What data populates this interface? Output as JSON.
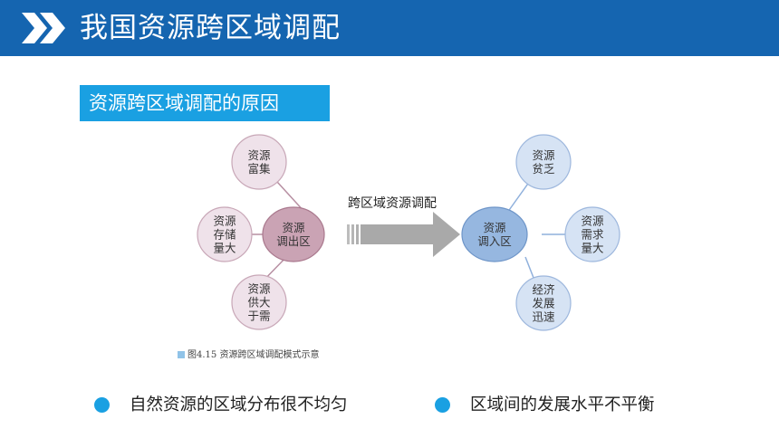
{
  "header": {
    "title": "我国资源跨区域调配"
  },
  "section": {
    "label": "资源跨区域调配的原因"
  },
  "diagram": {
    "arrow_label": "跨区域资源调配",
    "caption": "图4.15   资源跨区域调配模式示意",
    "source": {
      "label": "资源\n调出区",
      "satellites": [
        "资源\n富集",
        "资源\n存储\n量大",
        "资源\n供大\n于需"
      ]
    },
    "destination": {
      "label": "资源\n调入区",
      "satellites": [
        "资源\n贫乏",
        "资源\n需求\n量大",
        "经济\n发展\n迅速"
      ]
    },
    "colors": {
      "source_fill": "#caa3b4",
      "source_stroke": "#a9788d",
      "source_satellite_fill": "#efe2ea",
      "source_satellite_stroke": "#c8a7b7",
      "dest_fill": "#96b7e0",
      "dest_stroke": "#6e95c8",
      "dest_satellite_fill": "#d6e3f4",
      "dest_satellite_stroke": "#9db7dd",
      "arrow": "#a9a9a9"
    }
  },
  "bullets": [
    "自然资源的区域分布很不均匀",
    "区域间的发展水平不平衡"
  ],
  "colors": {
    "header": "#1565b0",
    "accent": "#1aa0e2"
  }
}
